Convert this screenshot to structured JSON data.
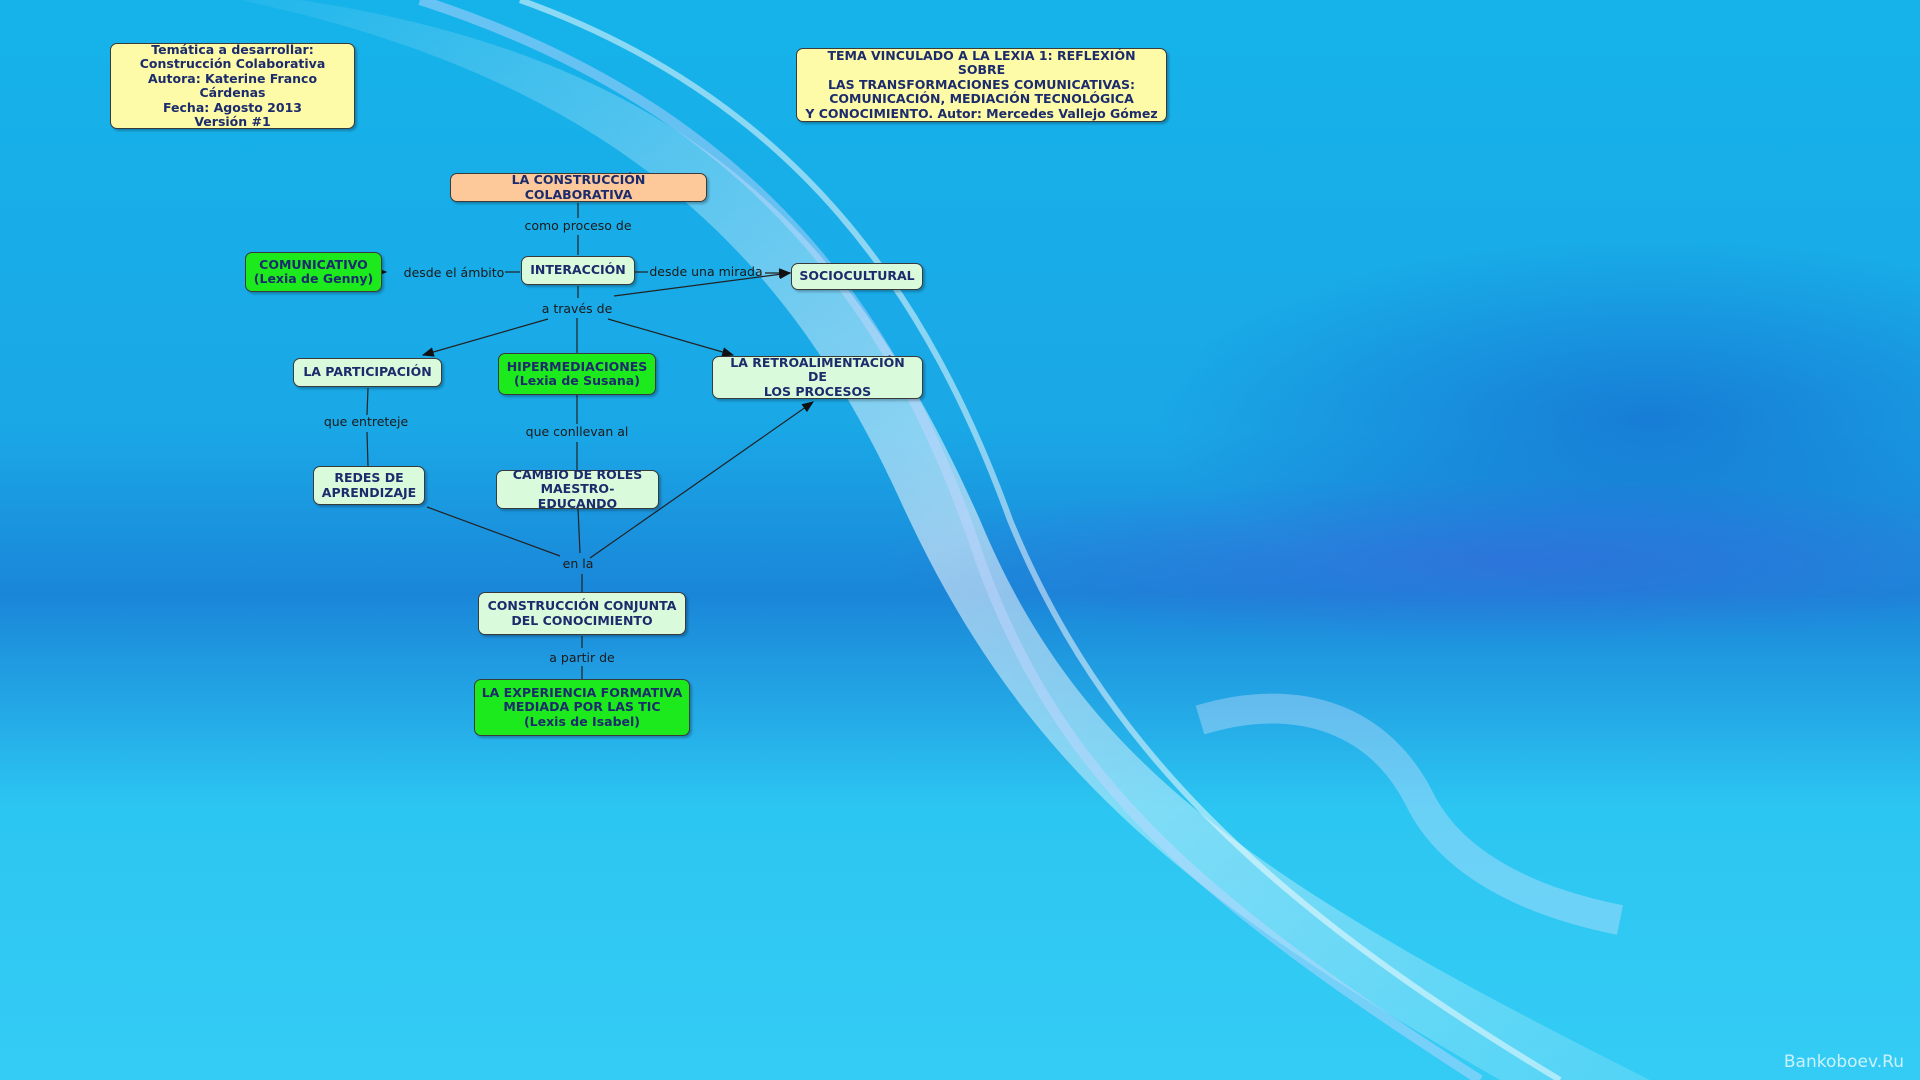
{
  "info_box": "Temática a desarrollar:\nConstrucción Colaborativa\nAutora: Katerine Franco Cárdenas\nFecha: Agosto 2013\nVersión #1",
  "topic_box": "TEMA VINCULADO A LA LEXIA 1: REFLEXIÓN SOBRE\nLAS TRANSFORMACIONES COMUNICATIVAS:\nCOMUNICACIÓN, MEDIACIÓN TECNOLÓGICA\nY CONOCIMIENTO. Autor: Mercedes Vallejo Gómez",
  "concepts": {
    "root": "LA CONSTRUCCIÓN COLABORATIVA",
    "interaccion": "INTERACCIÓN",
    "comunicativo": "COMUNICATIVO\n(Lexia de Genny)",
    "sociocultural": "SOCIOCULTURAL",
    "participacion": "LA PARTICIPACIÓN",
    "hipermediaciones": "HIPERMEDIACIONES\n(Lexia de Susana)",
    "retroalimentacion": "LA RETROALIMENTACIÓN DE\nLOS PROCESOS",
    "redes": "REDES DE\nAPRENDIZAJE",
    "cambio": "CAMBIO DE ROLES\nMAESTRO-EDUCANDO",
    "conjunta": "CONSTRUCCIÓN CONJUNTA\nDEL CONOCIMIENTO",
    "experiencia": "LA EXPERIENCIA FORMATIVA\nMEDIADA POR LAS TIC\n(Lexis de Isabel)"
  },
  "linking_phrases": {
    "como_proceso": "como proceso de",
    "desde_ambito": "desde el ámbito",
    "desde_mirada": "desde una mirada",
    "a_traves": "a través de",
    "que_entreteje": "que entreteje",
    "que_conllevan": "que conllevan al",
    "en_la": "en la",
    "a_partir": "a partir de"
  },
  "watermark": "Bankoboev.Ru",
  "colors": {
    "yellow": "#fdfba8",
    "pale_green": "#d9fbdc",
    "green": "#1cea1c",
    "peach": "#fdc99a",
    "text": "#1c2b6b"
  }
}
